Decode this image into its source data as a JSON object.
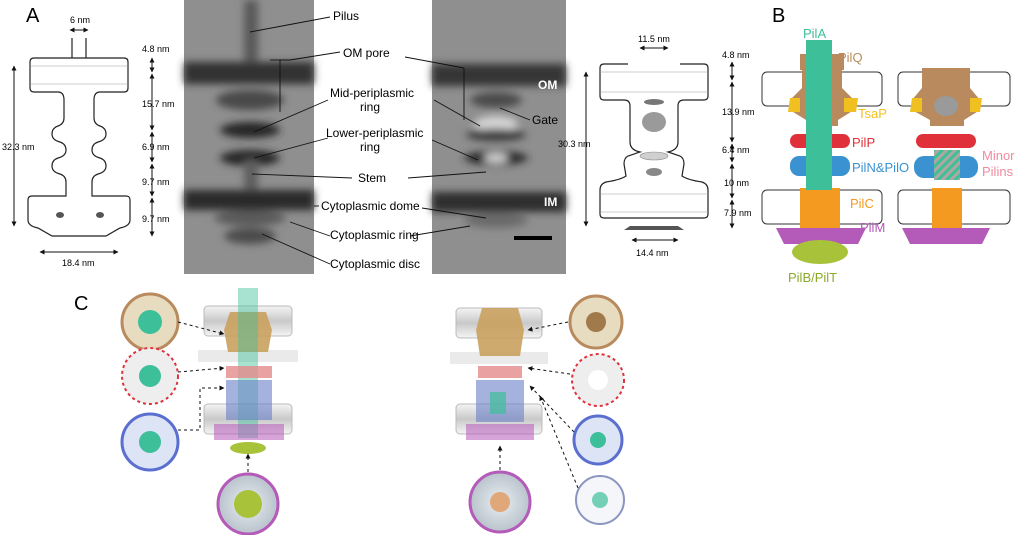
{
  "panels": {
    "A": "A",
    "B": "B",
    "C": "C"
  },
  "panel_a": {
    "left_dims": {
      "top_width": "6 nm",
      "d1": "4.8 nm",
      "d2": "15.7 nm",
      "d3": "6.9 nm",
      "d4": "9.7 nm",
      "d5": "9.7 nm",
      "height": "32.3 nm",
      "bottom_width": "18.4 nm"
    },
    "labels": {
      "pilus": "Pilus",
      "om_pore": "OM pore",
      "mid_peri_1": "Mid-periplasmic",
      "mid_peri_2": "ring",
      "lower_peri_1": "Lower-periplasmic",
      "lower_peri_2": "ring",
      "stem": "Stem",
      "cyto_dome": "Cytoplasmic dome",
      "cyto_ring": "Cytoplasmic ring",
      "cyto_disc": "Cytoplasmic disc",
      "gate": "Gate",
      "om": "OM",
      "im": "IM"
    },
    "right_dims": {
      "top_width": "11.5 nm",
      "d1": "4.8 nm",
      "d2": "13.9 nm",
      "d3": "6.4 nm",
      "d4": "10 nm",
      "d5": "7.9 nm",
      "height": "30.3 nm",
      "bottom_width": "14.4 nm"
    }
  },
  "panel_b": {
    "pilA": "PilA",
    "pilQ": "PilQ",
    "tsaP": "TsaP",
    "pilP": "PilP",
    "pilNO": "PilN&PilO",
    "pilC": "PilC",
    "pilM": "PilM",
    "pilBT": "PilB/PilT",
    "minor1": "Minor",
    "minor2": "Pilins"
  },
  "colors": {
    "pilA": "#3dbf9a",
    "pilQ": "#b88a5e",
    "tsaP": "#f0c020",
    "pilP": "#e0303a",
    "pilNO": "#3b92d0",
    "pilC": "#f59a20",
    "pilM": "#b45ab8",
    "pilBT": "#a8c23a",
    "minor": "#f08aa0"
  }
}
